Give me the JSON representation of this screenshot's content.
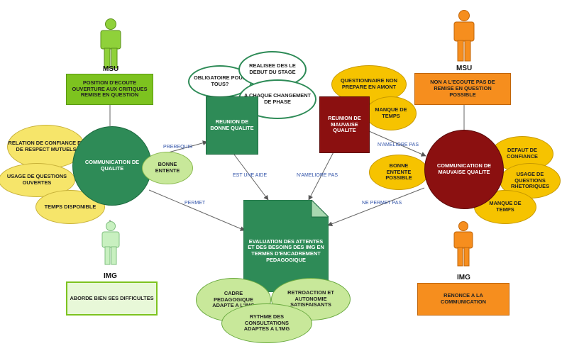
{
  "colors": {
    "good_box": "#7dc31f",
    "good_box_border": "#5a9a10",
    "good_dark": "#2e8b57",
    "light_green": "#c8e89a",
    "yellow": "#f6e56a",
    "orange": "#f68e1e",
    "dark_red": "#8b1010",
    "img_box_fill": "#e8f8d8",
    "person_green": "#8fd13a",
    "person_light": "#c8f0c0",
    "person_orange": "#f68e1e",
    "edge_label": "#3355aa"
  },
  "left": {
    "msu_label": "MSU",
    "msu_box": "POSITION D'ECOUTE OUVERTURE AUX CRITIQUES REMISE EN QUESTION",
    "center": "COMMUNICATION DE QUALITE",
    "bubbles": [
      "RELATION DE CONFIANCE ET DE RESPECT MUTUELS",
      "USAGE DE QUESTIONS OUVERTES",
      "TEMPS DISPONIBLE",
      "BONNE ENTENTE"
    ],
    "img_label": "IMG",
    "img_box": "ABORDE BIEN SES DIFFICULTES"
  },
  "right": {
    "msu_label": "MSU",
    "msu_box": "NON A L'ECOUTE PAS DE REMISE EN QUESTION POSSIBLE",
    "center": "COMMUNICATION DE MAUVAISE QUALITE",
    "bubbles": [
      "DEFAUT DE CONFIANCE",
      "USAGE DE QUESTIONS RHETORIQUES",
      "MANQUE DE TEMPS",
      "BONNE ENTENTE POSSIBLE"
    ],
    "img_label": "IMG",
    "img_box": "RENONCE A LA COMMUNICATION"
  },
  "good_meeting": {
    "label": "REUNION DE BONNE QUALITE",
    "clouds": [
      "OBLIGATOIRE POUR TOUS?",
      "REALISEE DES LE DEBUT DU STAGE",
      "A CHAQUE CHANGEMENT DE PHASE"
    ]
  },
  "bad_meeting": {
    "label": "REUNION DE MAUVAISE QUALITE",
    "bubbles": [
      "QUESTIONNAIRE NON PREPARE EN AMONT",
      "MANQUE DE TEMPS"
    ]
  },
  "evaluation": {
    "label": "EVALUATION DES ATTENTES ET DES BESOINS DES IMG EN TERMES D'ENCADREMENT PEDAGOGIQUE",
    "outcomes": [
      "CADRE PEDAGOGIQUE ADAPTE A L'IMG",
      "RETROACTION ET AUTONOMIE SATISFAISANTS",
      "RYTHME DES CONSULTATIONS ADAPTES A L'IMG"
    ]
  },
  "edges": {
    "prerequis": "PREREQUIS",
    "est_une_aide": "EST UNE AIDE",
    "n_ameliore_pas_1": "N'AMELIORE PAS",
    "n_ameliore_pas_2": "N'AMELIORE PAS",
    "permet": "PERMET",
    "ne_permet_pas": "NE PERMET PAS"
  }
}
